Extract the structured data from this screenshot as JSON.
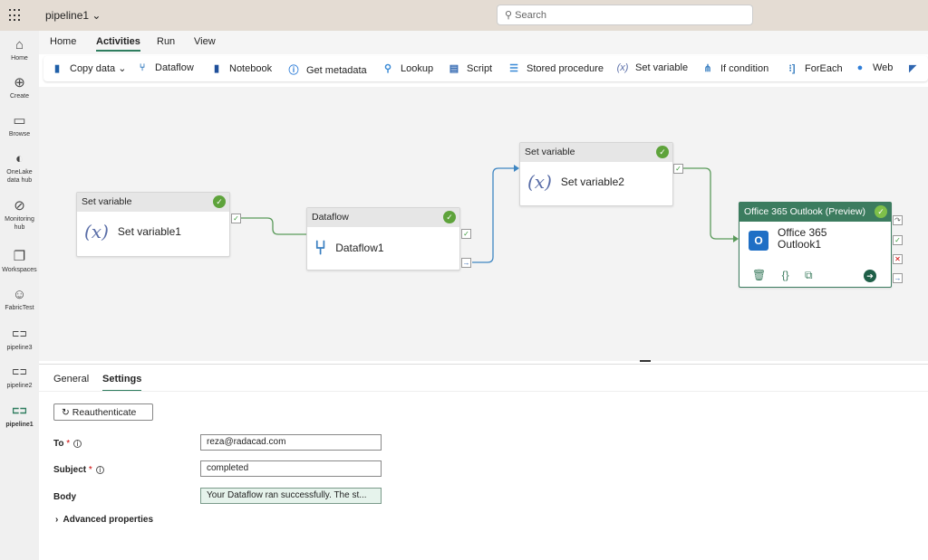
{
  "app": {
    "title": "pipeline1",
    "search_placeholder": "Search"
  },
  "rail": [
    {
      "label": "Home",
      "icon": "⌂"
    },
    {
      "label": "Create",
      "icon": "⊕"
    },
    {
      "label": "Browse",
      "icon": "▭"
    },
    {
      "label": "OneLake data hub",
      "icon": "◐"
    },
    {
      "label": "Monitoring hub",
      "icon": "⊘"
    },
    {
      "label": "Workspaces",
      "icon": "❐"
    },
    {
      "label": "FabricTest",
      "icon": "☺"
    },
    {
      "label": "pipeline3",
      "icon": "⊏⊐"
    },
    {
      "label": "pipeline2",
      "icon": "⊏⊐"
    },
    {
      "label": "pipeline1",
      "icon": "⊏⊐"
    }
  ],
  "ribbon_tabs": [
    "Home",
    "Activities",
    "Run",
    "View"
  ],
  "toolbar": [
    "Copy data",
    "Dataflow",
    "Notebook",
    "Get metadata",
    "Lookup",
    "Script",
    "Stored procedure",
    "Set variable",
    "If condition",
    "ForEach",
    "Web"
  ],
  "nodes": {
    "sv1": {
      "type": "Set variable",
      "name": "Set variable1"
    },
    "df": {
      "type": "Dataflow",
      "name": "Dataflow1"
    },
    "sv2": {
      "type": "Set variable",
      "name": "Set variable2"
    },
    "o365": {
      "type": "Office 365 Outlook (Preview)",
      "name": "Office 365 Outlook1"
    }
  },
  "panel": {
    "tabs": [
      "General",
      "Settings"
    ],
    "reauth": "Reauthenticate",
    "to_label": "To",
    "to_value": "reza@radacad.com",
    "subject_label": "Subject",
    "subject_value": "completed",
    "body_label": "Body",
    "body_value": "Your Dataflow ran successfully. The st...",
    "advanced": "Advanced properties",
    "required": "*"
  }
}
